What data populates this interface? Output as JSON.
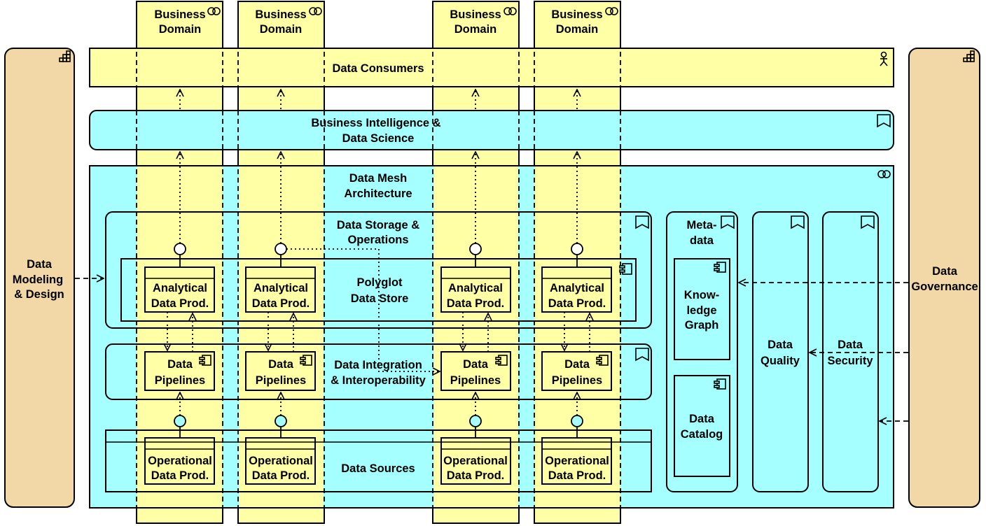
{
  "colors": {
    "domain": "#FFFFA5",
    "app": "#A5FFFF",
    "side": "#F2D8A6",
    "stroke": "#000000"
  },
  "business_domains": [
    {
      "line1": "Business",
      "line2": "Domain"
    },
    {
      "line1": "Business",
      "line2": "Domain"
    },
    {
      "line1": "Business",
      "line2": "Domain"
    },
    {
      "line1": "Business",
      "line2": "Domain"
    }
  ],
  "data_consumers": {
    "label": "Data Consumers",
    "icon": "actor-icon"
  },
  "bi": {
    "line1": "Business Intelligence &",
    "line2": "Data Science",
    "icon": "service-icon"
  },
  "mesh": {
    "line1": "Data Mesh",
    "line2": "Architecture",
    "icon": "collaboration-icon"
  },
  "storage": {
    "line1": "Data Storage &",
    "line2": "Operations",
    "icon": "service-icon"
  },
  "polyglot": {
    "line1": "Polyglot",
    "line2": "Data Store",
    "icon": "component-icon"
  },
  "integration": {
    "line1": "Data Integration",
    "line2": "& Interoperability",
    "icon": "service-icon"
  },
  "sources": {
    "label": "Data Sources"
  },
  "analytical_products": [
    {
      "line1": "Analytical",
      "line2": "Data Prod."
    },
    {
      "line1": "Analytical",
      "line2": "Data Prod."
    },
    {
      "line1": "Analytical",
      "line2": "Data Prod."
    },
    {
      "line1": "Analytical",
      "line2": "Data Prod."
    }
  ],
  "pipelines": [
    {
      "line1": "Data",
      "line2": "Pipelines"
    },
    {
      "line1": "Data",
      "line2": "Pipelines"
    },
    {
      "line1": "Data",
      "line2": "Pipelines"
    },
    {
      "line1": "Data",
      "line2": "Pipelines"
    }
  ],
  "operational_products": [
    {
      "line1": "Operational",
      "line2": "Data Prod."
    },
    {
      "line1": "Operational",
      "line2": "Data Prod."
    },
    {
      "line1": "Operational",
      "line2": "Data Prod."
    },
    {
      "line1": "Operational",
      "line2": "Data Prod."
    }
  ],
  "metadata": {
    "line1": "Meta-",
    "line2": "data"
  },
  "knowledge_graph": {
    "line1": "Know-",
    "line2": "ledge",
    "line3": "Graph"
  },
  "catalog": {
    "line1": "Data",
    "line2": "Catalog"
  },
  "quality": {
    "line1": "Data",
    "line2": "Quality"
  },
  "security": {
    "line1": "Data",
    "line2": "Security"
  },
  "modeling": {
    "line1": "Data",
    "line2": "Modeling",
    "line3": "& Design",
    "icon": "capability-icon"
  },
  "governance": {
    "line1": "Data",
    "line2": "Governance",
    "icon": "capability-icon"
  }
}
